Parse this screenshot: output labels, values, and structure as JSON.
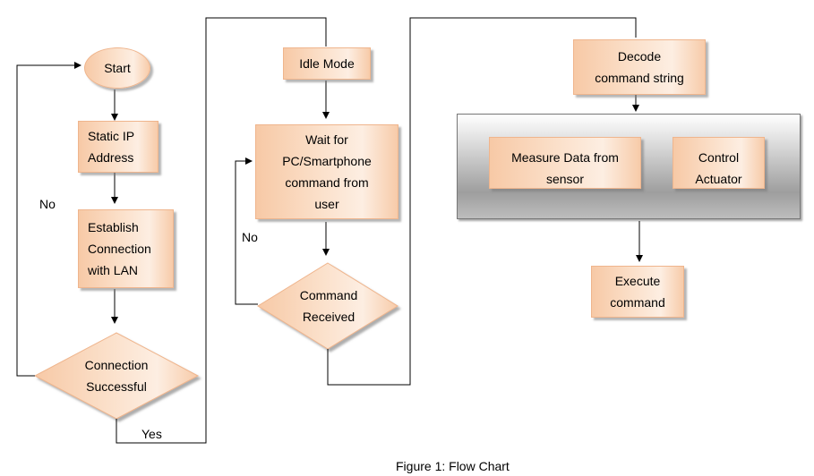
{
  "nodes": {
    "start": "Start",
    "static_ip": "Static IP\nAddress",
    "establish": "Establish\nConnection\nwith LAN",
    "connection_successful": "Connection\nSuccessful",
    "idle_mode": "Idle Mode",
    "wait_for": "Wait for\nPC/Smartphone\ncommand from\nuser",
    "command_received": "Command\nReceived",
    "decode": "Decode\ncommand string",
    "measure": "Measure Data from\nsensor",
    "control": "Control\nActuator",
    "execute": "Execute\ncommand"
  },
  "labels": {
    "no_left": "No",
    "yes": "Yes",
    "no_middle": "No"
  },
  "caption": "Figure 1: Flow Chart",
  "colors": {
    "node_fill": "#fbe0ca",
    "node_border": "#efb58d",
    "line": "#000000"
  }
}
